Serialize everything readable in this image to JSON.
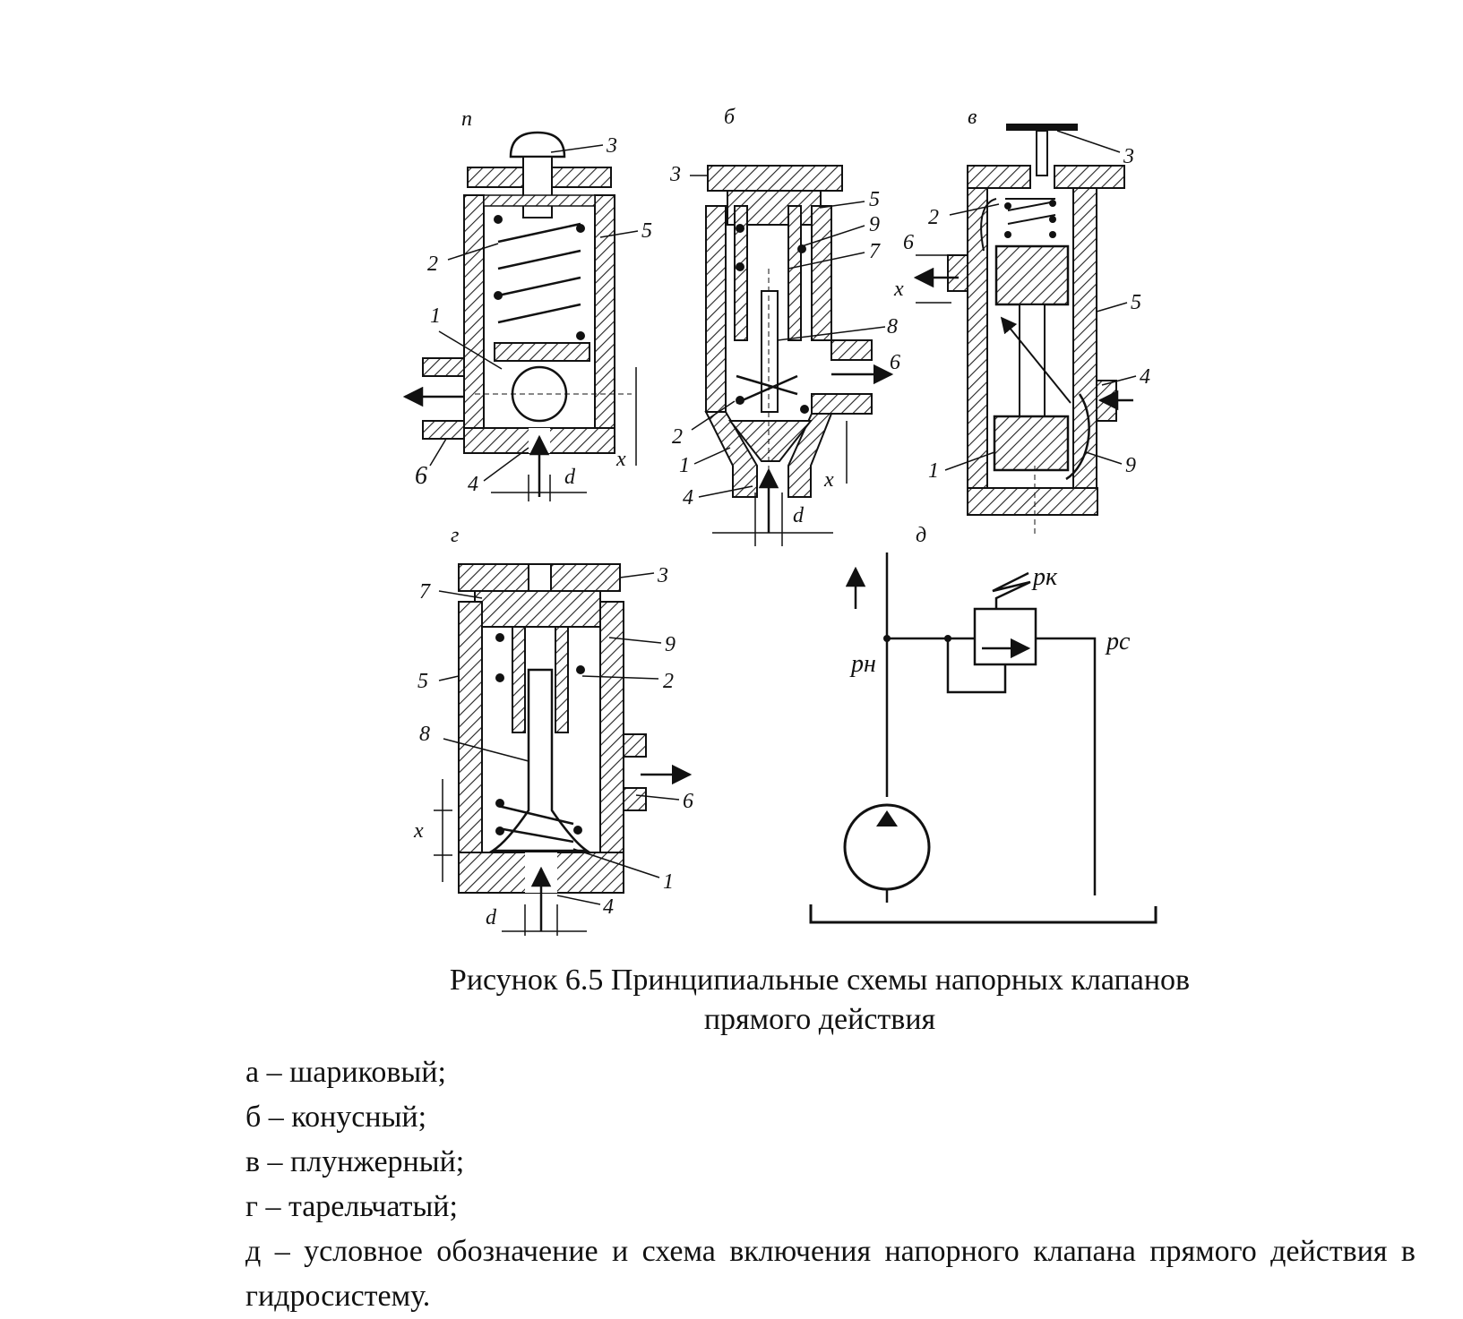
{
  "figure": {
    "panel_labels": {
      "a": "п",
      "b": "б",
      "v": "в",
      "g": "г",
      "d": "д"
    },
    "panel_a_callouts": [
      "3",
      "5",
      "2",
      "1",
      "6",
      "4",
      "d",
      "x"
    ],
    "panel_b_callouts": [
      "3",
      "5",
      "9",
      "7",
      "8",
      "6",
      "2",
      "1",
      "4",
      "d",
      "x"
    ],
    "panel_v_callouts": [
      "3",
      "2",
      "6",
      "x",
      "5",
      "4",
      "1",
      "9"
    ],
    "panel_g_callouts": [
      "3",
      "7",
      "9",
      "5",
      "2",
      "8",
      "6",
      "x",
      "1",
      "d",
      "4"
    ],
    "panel_d_labels": {
      "pk": "pк",
      "pc": "pс",
      "pn": "pн"
    }
  },
  "caption": {
    "line1": "Рисунок 6.5 Принципиальные схемы напорных клапанов",
    "line2": "прямого действия"
  },
  "legend": [
    "а – шариковый;",
    "б – конусный;",
    "в – плунжерный;",
    "г – тарельчатый;",
    "д – условное обозначение и схема включения напорного клапана прямого действия в гидросистему."
  ]
}
